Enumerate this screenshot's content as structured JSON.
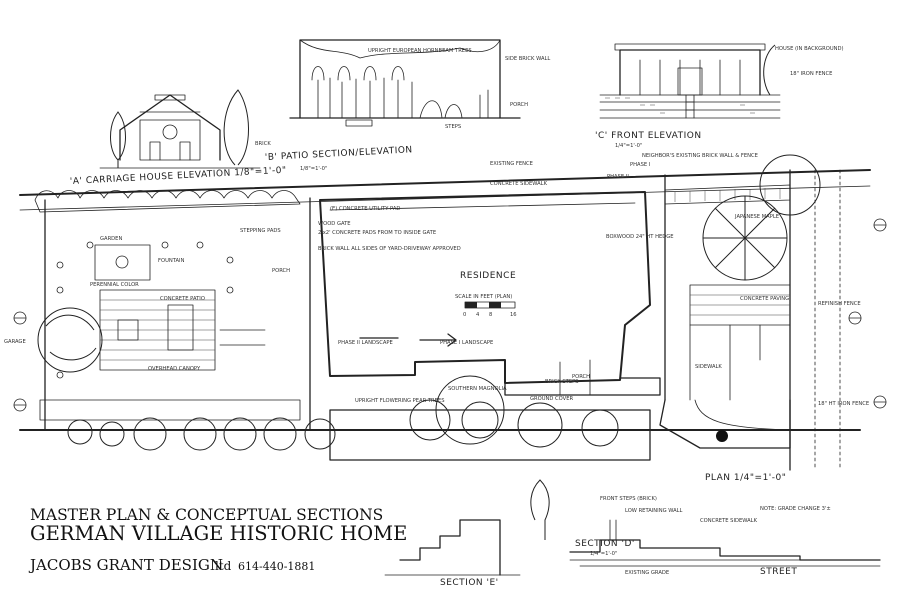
{
  "title_block": {
    "line1": "MASTER PLAN & CONCEPTUAL SECTIONS",
    "line2": "GERMAN VILLAGE HISTORIC HOME",
    "firm": "JACOBS GRANT DESIGN",
    "firm_suffix": "ltd",
    "phone": "614-440-1881"
  },
  "section_titles": {
    "garage_elevation": "'A' CARRIAGE HOUSE ELEVATION 1/8\"=1'-0\"",
    "patio_section": "'B' PATIO SECTION/ELEVATION",
    "patio_scale": "1/8\"=1'-0\"",
    "front_elevation": "'C' FRONT ELEVATION",
    "front_scale": "1/4\"=1'-0\"",
    "plan": "PLAN 1/4\"=1'-0\"",
    "section_d": "SECTION 'D'",
    "section_d_scale": "1/4\"=1'-0\"",
    "section_e": "SECTION 'E'"
  },
  "plan_labels": {
    "residence": "RESIDENCE",
    "scale_caption": "SCALE IN FEET (PLAN)",
    "scale_ticks": [
      "0",
      "4",
      "8",
      "16"
    ],
    "porch_center": "PORCH",
    "porch_lower": "PORCH",
    "phase1_top": "PHASE I",
    "phase2_top": "PHASE II",
    "phase2_landscape": "PHASE II LANDSCAPE",
    "phase1_landscape": "PHASE I LANDSCAPE",
    "existing_fence": "EXISTING FENCE",
    "concrete_sidewalk": "CONCRETE SIDEWALK",
    "concrete_utility_pad": "(E) CONCRETE UTILITY PAD",
    "wood_gate": "WOOD GATE",
    "concrete_pads": "2'x2' CONCRETE PADS FROM TO INSIDE GATE",
    "brick_wall_note": "BRICK WALL ALL SIDES OF YARD-DRIVEWAY APPROVED",
    "stepping_pads": "STEPPING PADS",
    "garage": "GARAGE",
    "garden": "GARDEN",
    "fountain": "FOUNTAIN",
    "perennial_color": "PERENNIAL COLOR",
    "concrete_patio": "CONCRETE PATIO",
    "overhead_canopy": "OVERHEAD CANOPY",
    "upright_flowering_pear": "UPRIGHT FLOWERING PEAR TREES",
    "southern_magnolia": "SOUTHERN MAGNOLIA",
    "ground_cover": "GROUND COVER",
    "brick_steps": "BRICK STEPS",
    "sidewalk": "SIDEWALK",
    "concrete_paving": "CONCRETE PAVING",
    "boxwood_hedge": "BOXWOOD 24\" HT HEDGE",
    "neighbors_brick_wall": "NEIGHBOR'S EXISTING BRICK WALL & FENCE",
    "japanese_maple": "JAPANESE MAPLE",
    "refinish_fence": "REFINISH FENCE",
    "wrought_iron_fence": "18\" HT IRON FENCE",
    "front_steps": "FRONT STEPS (BRICK)",
    "low_retaining_wall": "LOW RETAINING WALL",
    "concrete_sidewalk_front": "CONCRETE SIDEWALK",
    "street": "STREET",
    "existing_grade": "EXISTING GRADE",
    "grade_note": "NOTE: GRADE CHANGE 3'±",
    "upright_hornbeam": "UPRIGHT EUROPEAN HORNBEAM TREES",
    "side_brick_wall": "SIDE BRICK WALL",
    "house_bg": "HOUSE (IN BACKGROUND)",
    "iron_fence_elev": "18\" IRON FENCE"
  },
  "colors": {
    "ink": "#222222",
    "paper": "#ffffff"
  }
}
